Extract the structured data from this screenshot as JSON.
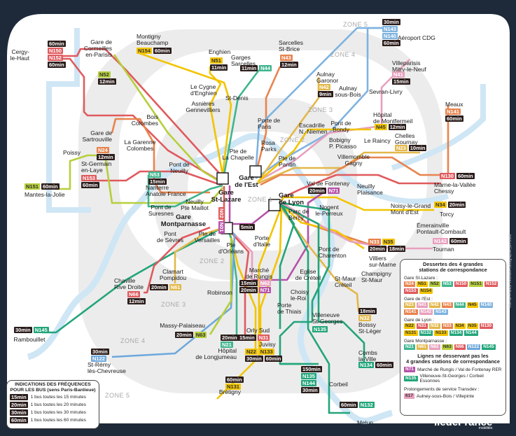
{
  "line_colors": {
    "N150": "#e05a5e",
    "N152": "#e05a5e",
    "N153": "#e05a5e",
    "N130": "#e05a5e",
    "N66": "#e05a5e",
    "N33": "#e8804a",
    "N31": "#e05a5e",
    "N24": "#e8844f",
    "N43": "#e8844f",
    "N141": "#e8844f",
    "N23": "#e2b84a",
    "N42": "#e2b84a",
    "N32": "#e2b84a",
    "N61": "#e2b84a",
    "N35": "#f2c400",
    "N154": "#f2c400",
    "N51": "#f2c400",
    "N45": "#f2c400",
    "N34": "#f2c400",
    "N22": "#f2c400",
    "N133": "#f2c400",
    "N131": "#f2c400",
    "N52": "#b6cf3c",
    "N151": "#b6cf3c",
    "N63": "#b6cf3c",
    "N53": "#3fb58e",
    "N44": "#3fb58e",
    "N21": "#3fb58e",
    "N135": "#22a57a",
    "N134": "#22a57a",
    "N144": "#22a57a",
    "N132": "#22a57a",
    "N145": "#22a57a",
    "N143": "#7fb3e0",
    "N140": "#7fb3e0",
    "N122": "#6ea8dc",
    "N41": "#e8a0bd",
    "N62": "#e8a0bd",
    "N142": "#e8a0bd",
    "N71": "#b552a8",
    "N01": "#b552a8",
    "N02": "#e05a5e",
    "N140b": "#7fb3e0",
    "617": "#e8a0bd"
  },
  "zones": [
    "ZONE 1",
    "ZONE 2",
    "ZONE 3",
    "ZONE 4",
    "ZONE 5"
  ],
  "stations": [
    {
      "name": "Cergy-\nle-Haut",
      "badges": [
        [
          "60min"
        ],
        [
          "N150"
        ],
        [
          "N152"
        ],
        [
          "60min"
        ]
      ]
    },
    {
      "name": "Gare de\nCormeilles\nen-Parisis",
      "badges": [
        [
          "N52"
        ],
        [
          "12min"
        ]
      ]
    },
    {
      "name": "Montigny\nBeauchamp",
      "badges": [
        [
          "N154",
          "60min"
        ]
      ]
    },
    {
      "name": "Enghien",
      "badges": [
        [
          "N51"
        ],
        [
          "11min"
        ]
      ]
    },
    {
      "name": "Garges\nSarcelles",
      "badges": [
        [
          "11min",
          "N44"
        ]
      ]
    },
    {
      "name": "Sarcelles\nSt-Brice",
      "badges": [
        [
          "N43"
        ],
        [
          "12min"
        ]
      ]
    },
    {
      "name": "Aéroport CDG",
      "badges": [
        [
          "30min"
        ],
        [
          "N143"
        ],
        [
          "N140"
        ],
        [
          "60min"
        ]
      ]
    },
    {
      "name": "Villeparisis\nMitry-le-Neuf",
      "badges": [
        [
          "N41"
        ],
        [
          "15min"
        ]
      ]
    },
    {
      "name": "Aulnay\nGaronor",
      "badges": [
        [
          "N42"
        ],
        [
          "9min"
        ]
      ]
    },
    {
      "name": "Aulnay\nsous-Bois",
      "badges": []
    },
    {
      "name": "Sevran-Livry",
      "badges": []
    },
    {
      "name": "Le Cygne\nd'Enghien",
      "badges": []
    },
    {
      "name": "Asnières\nGennevilliers",
      "badges": []
    },
    {
      "name": "St-Denis",
      "badges": []
    },
    {
      "name": "Porte de\nParis",
      "badges": []
    },
    {
      "name": "Bois\nColombes",
      "badges": []
    },
    {
      "name": "Escadrille\nN.-Niemen",
      "badges": []
    },
    {
      "name": "Pont de\nBondy",
      "badges": []
    },
    {
      "name": "Hôpital\nde Montfermeil",
      "badges": [
        [
          "N45",
          "12min"
        ]
      ]
    },
    {
      "name": "Meaux",
      "badges": [
        [
          "N141"
        ],
        [
          "60min"
        ]
      ]
    },
    {
      "name": "Gare de\nSartrouville",
      "badges": [
        [
          "N24"
        ],
        [
          "12min"
        ]
      ]
    },
    {
      "name": "La Garenne\nColombes",
      "badges": []
    },
    {
      "name": "Rosa\nParks",
      "badges": []
    },
    {
      "name": "Bobigny\nP. Picasso",
      "badges": []
    },
    {
      "name": "Le Raincy",
      "badges": []
    },
    {
      "name": "Chelles\nGournay",
      "badges": [
        [
          "N23",
          "10min"
        ]
      ]
    },
    {
      "name": "Poissy",
      "badges": []
    },
    {
      "name": "St-Germain\nen-Laye",
      "badges": [
        [
          "N153"
        ],
        [
          "60min"
        ]
      ]
    },
    {
      "name": "Pte de\nLa Chapelle",
      "badges": []
    },
    {
      "name": "Pte de\nPantin",
      "badges": []
    },
    {
      "name": "Villemomble\nGagny",
      "badges": []
    },
    {
      "name": "Pont de\nNeuilly",
      "badges": []
    },
    {
      "name": "Nanterre\nAnatole France",
      "badges": [
        [
          "N53"
        ],
        [
          "15min"
        ]
      ]
    },
    {
      "name": "Mantes-la-Jolie",
      "badges": [
        [
          "N151",
          "60min"
        ]
      ]
    },
    {
      "name": "Gare\nSt-Lazare",
      "badges": []
    },
    {
      "name": "Gare\nde l'Est",
      "badges": []
    },
    {
      "name": "Neuilly\nPte Maillot",
      "badges": []
    },
    {
      "name": "Pont de\nSuresnes",
      "badges": []
    },
    {
      "name": "Val de Fontenay",
      "badges": [
        [
          "20min",
          "N71"
        ]
      ]
    },
    {
      "name": "Neuilly\nPlaisance",
      "badges": []
    },
    {
      "name": "Marne-la-Vallée\nChessy",
      "badges": [
        [
          "N130",
          "60min"
        ]
      ]
    },
    {
      "name": "Gare\nde Lyon",
      "badges": []
    },
    {
      "name": "Nogent\nle-Perreux",
      "badges": []
    },
    {
      "name": "Noisy-le-Grand\nMont d'Est",
      "badges": []
    },
    {
      "name": "Torcy",
      "badges": [
        [
          "N34",
          "20min"
        ]
      ]
    },
    {
      "name": "Parc de\nBercy",
      "badges": []
    },
    {
      "name": "Gare\nMontparnasse",
      "badges": [
        [
          "5min"
        ]
      ]
    },
    {
      "name": "Pont\nde Sèvres",
      "badges": []
    },
    {
      "name": "Pte de\nVersailles",
      "badges": []
    },
    {
      "name": "Pte\nd'Orléans",
      "badges": []
    },
    {
      "name": "Porte\nd'Italie",
      "badges": []
    },
    {
      "name": "Émerainville\nPontault-Combault",
      "badges": []
    },
    {
      "name": "Tournan",
      "badges": [
        [
          "N142",
          "60min"
        ]
      ]
    },
    {
      "name": "Villiers\nsur-Marne",
      "badges": [
        [
          "N33",
          "N35"
        ],
        [
          "20min",
          "18min"
        ]
      ]
    },
    {
      "name": "Pont de\nCharenton",
      "badges": []
    },
    {
      "name": "Clamart\nPompidou",
      "badges": [
        [
          "20min",
          "N61"
        ]
      ]
    },
    {
      "name": "Chaville\nRive Droite",
      "badges": [
        [
          "N66"
        ],
        [
          "12min"
        ]
      ]
    },
    {
      "name": "Marché\nde Rungis",
      "badges": [
        [
          "15min",
          "N62"
        ],
        [
          "20min",
          "N71"
        ]
      ]
    },
    {
      "name": "Eglise\nde Créteil",
      "badges": []
    },
    {
      "name": "St-Maur\nCréteil",
      "badges": []
    },
    {
      "name": "Champigny\nSt-Maur",
      "badges": []
    },
    {
      "name": "Robinson",
      "badges": []
    },
    {
      "name": "Choisy\nle-Roi",
      "badges": []
    },
    {
      "name": "Porte\nde Thiais",
      "badges": []
    },
    {
      "name": "Boissy\nSt-Léger",
      "badges": [
        [
          "18min"
        ],
        [
          "N32"
        ]
      ]
    },
    {
      "name": "Villeneuve\nSt-Georges",
      "badges": [
        [
          "N135"
        ]
      ]
    },
    {
      "name": "Rambouillet",
      "badges": [
        [
          "30min",
          "N145"
        ]
      ]
    },
    {
      "name": "Massy-Palaiseau",
      "badges": [
        [
          "20min",
          "N63"
        ]
      ]
    },
    {
      "name": "Orly Sud",
      "badges": [
        [
          "15min",
          "N31"
        ]
      ]
    },
    {
      "name": "Juvisy",
      "badges": [
        [
          "N22",
          "N133"
        ],
        [
          "30min",
          "60min"
        ]
      ]
    },
    {
      "name": "Hôpital\nde Longjumeau",
      "badges": [
        [
          "20min"
        ],
        [
          "N21"
        ]
      ]
    },
    {
      "name": "St-Rémy\nlès-Chevreuse",
      "badges": [
        [
          "30min"
        ],
        [
          "N122"
        ]
      ]
    },
    {
      "name": "Combs\nla-Ville",
      "badges": [
        [
          "N134",
          "60min"
        ]
      ]
    },
    {
      "name": "Corbeil",
      "badges": [
        [
          "150min"
        ],
        [
          "N135"
        ],
        [
          "N144"
        ],
        [
          "30min"
        ]
      ]
    },
    {
      "name": "Brétigny",
      "badges": [
        [
          "60min"
        ],
        [
          "N131"
        ]
      ]
    },
    {
      "name": "Melun",
      "badges": [
        [
          "60min",
          "N132"
        ]
      ]
    },
    {
      "name": "",
      "badges": [
        [
          "N02",
          "N01"
        ]
      ]
    }
  ],
  "legend_frequency": {
    "title": "INDICATIONS DES FRÉQUENCES\nPOUR LES BUS (sens Paris-Banlieue)",
    "items": [
      {
        "badge": "15min",
        "text": "1 bus toutes les 15 minutes"
      },
      {
        "badge": "20min",
        "text": "1 bus toutes les 20 minutes"
      },
      {
        "badge": "30min",
        "text": "1 bus toutes les 30 minutes"
      },
      {
        "badge": "60min",
        "text": "1 bus toutes les 60 minutes"
      }
    ]
  },
  "legend_stations": {
    "title": "Dessertes des 4 grandes\nstations de correspondance",
    "groups": [
      {
        "name": "Gare St-Lazare :",
        "lines": [
          "N24",
          "N51",
          "N52",
          "N53",
          "N150",
          "N151",
          "N152",
          "N153",
          "N154"
        ]
      },
      {
        "name": "Gare de l'Est :",
        "lines": [
          "N23",
          "N41",
          "N42",
          "N43",
          "N44",
          "N45",
          "N140",
          "N141",
          "N142",
          "N143"
        ]
      },
      {
        "name": "Gare de Lyon :",
        "lines": [
          "N22",
          "N31",
          "N32",
          "N33",
          "N34",
          "N35",
          "N130",
          "N131",
          "N132",
          "N133",
          "N134",
          "N144"
        ]
      },
      {
        "name": "Gare Montparnasse :",
        "lines": [
          "N21",
          "N61",
          "N62",
          "N63",
          "N66",
          "N122",
          "N145"
        ]
      }
    ],
    "others_title": "Lignes ne desservant pas les\n4 grandes stations de correspondance",
    "others": [
      {
        "line": "N71",
        "text": "Marché de Rungis / Val de Fontenay RER"
      },
      {
        "line": "N135",
        "text": "Villeneuve-St-Georges / Corbeil Essonnes"
      }
    ],
    "transdev_title": "Prolongements de service Transdev :",
    "transdev": {
      "line": "617",
      "text": "Aulney-sous-Bois / Villepinte"
    }
  },
  "logo": {
    "text": "îledeFrance",
    "sub": "mobilités"
  },
  "credit": "©île-de-France mobilités-cartographie juin 2022"
}
